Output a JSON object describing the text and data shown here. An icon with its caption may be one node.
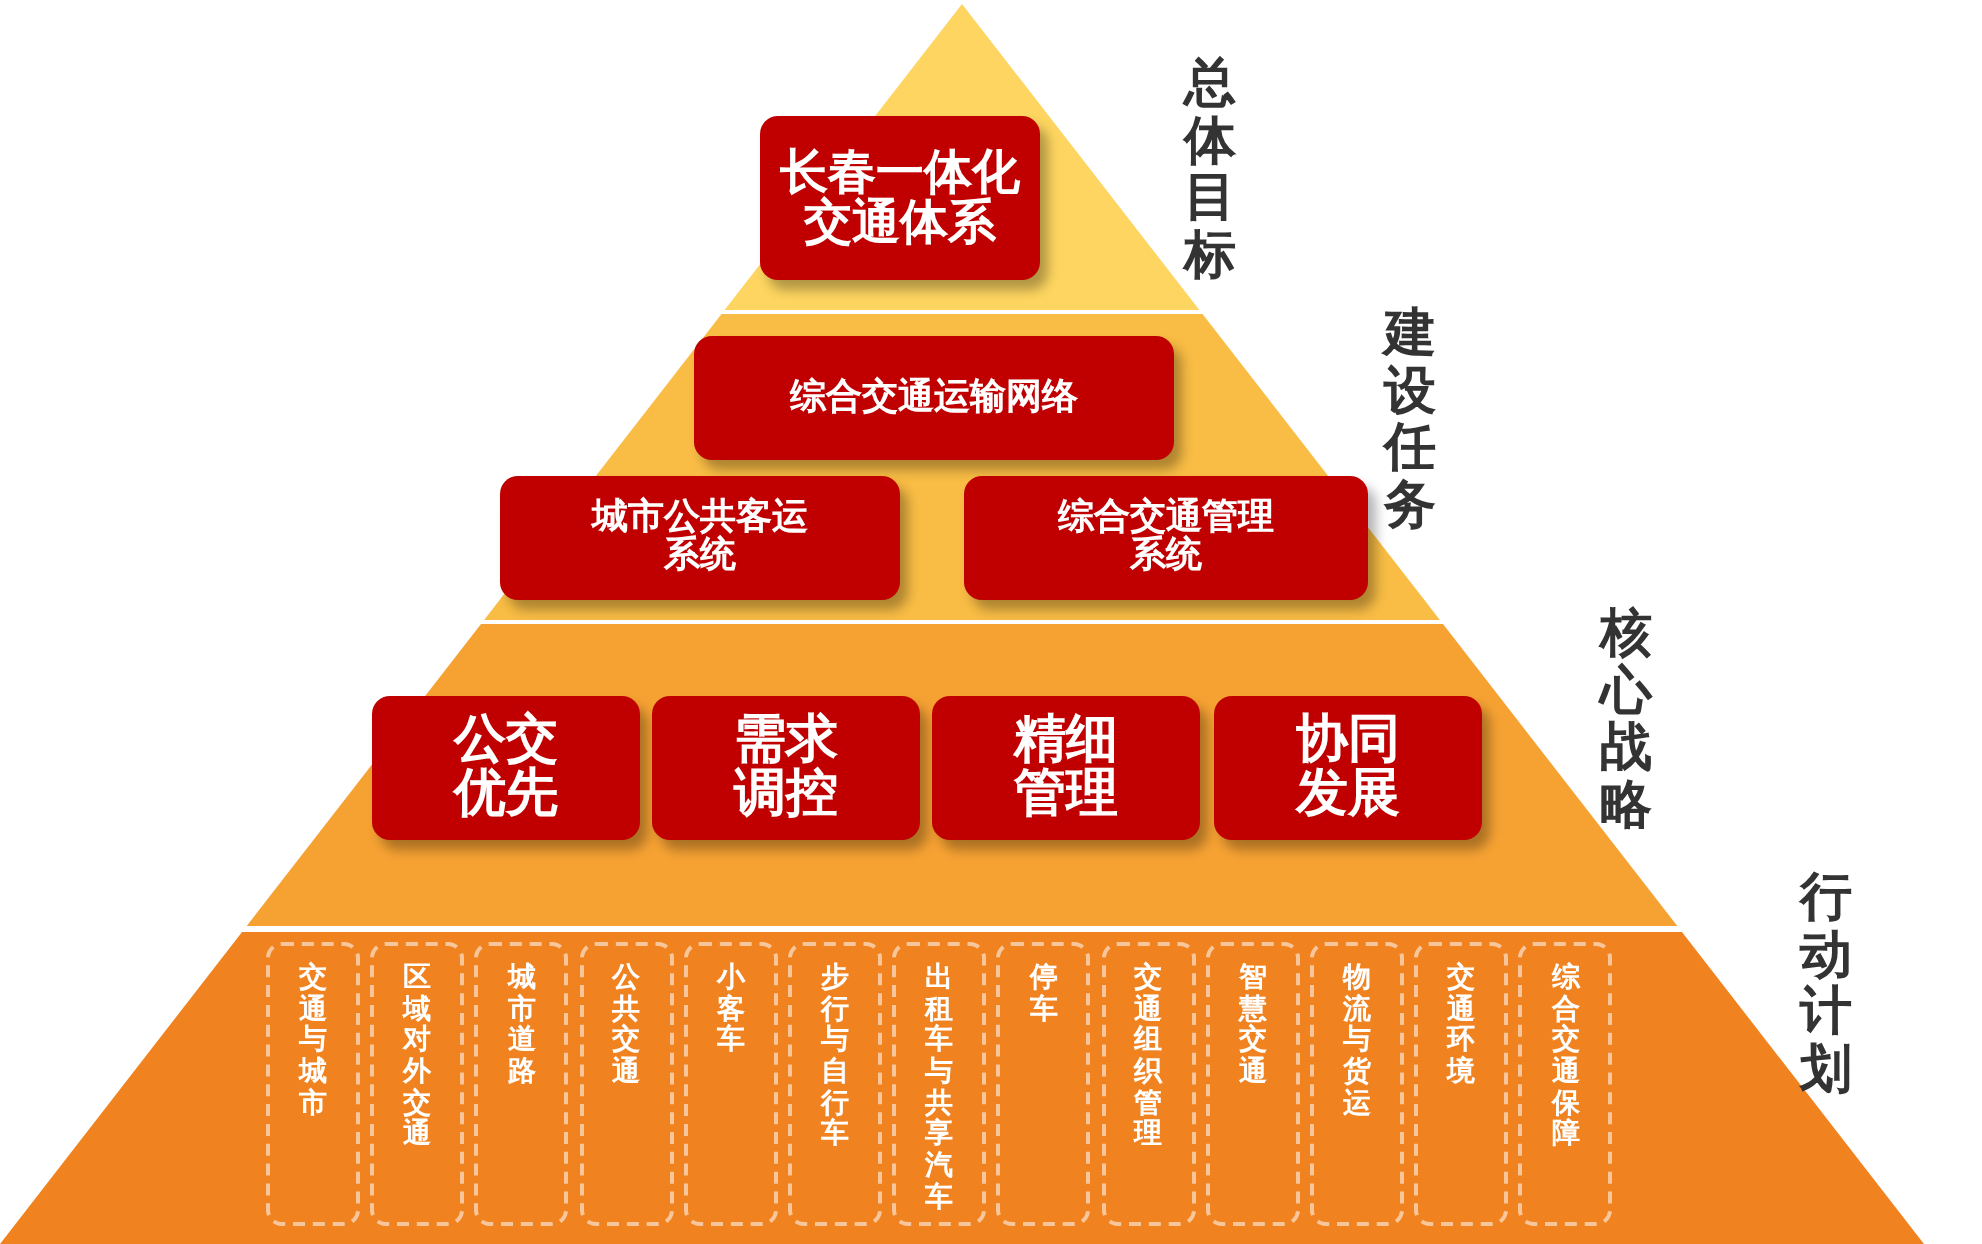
{
  "diagram": {
    "nodes": [
      {
        "text": [
          "总体目标"
        ]
      },
      {
        "text": [
          "长春一体化交通体系"
        ],
        "in": 0
      },
      {
        "text": [
          "建设任务"
        ]
      },
      {
        "text": [
          "综合交通运输网络"
        ],
        "in": 2
      },
      {
        "text": [
          "城市公共客运系统"
        ],
        "in": 2
      },
      {
        "text": [
          "综合交通管理系统"
        ],
        "in": 2
      },
      {
        "text": [
          "核心战略"
        ]
      },
      {
        "text": [
          "公交优先"
        ],
        "in": 6
      },
      {
        "text": [
          "需求调控"
        ],
        "in": 6
      },
      {
        "text": [
          "精细管理"
        ],
        "in": 6
      },
      {
        "text": [
          "协同发展"
        ],
        "in": 6
      },
      {
        "text": [
          "行动计划"
        ]
      },
      {
        "text": [
          "交通与城市"
        ],
        "in": 11
      },
      {
        "text": [
          "区域对外交通"
        ],
        "in": 11
      },
      {
        "text": [
          "城市道路"
        ],
        "in": 11
      },
      {
        "text": [
          "公共交通"
        ],
        "in": 11
      },
      {
        "text": [
          "小客车"
        ],
        "in": 11
      },
      {
        "text": [
          "步行与自行车"
        ],
        "in": 11
      },
      {
        "text": [
          "出租车与共享汽车"
        ],
        "in": 11
      },
      {
        "text": [
          "停车"
        ],
        "in": 11
      },
      {
        "text": [
          "交通组织管理"
        ],
        "in": 11
      },
      {
        "text": [
          "智慧交通"
        ],
        "in": 11
      },
      {
        "text": [
          "物流与货运"
        ],
        "in": 11
      },
      {
        "text": [
          "交通环境"
        ],
        "in": 11
      },
      {
        "text": [
          "综合交通保障"
        ],
        "in": 11
      }
    ]
  }
}
